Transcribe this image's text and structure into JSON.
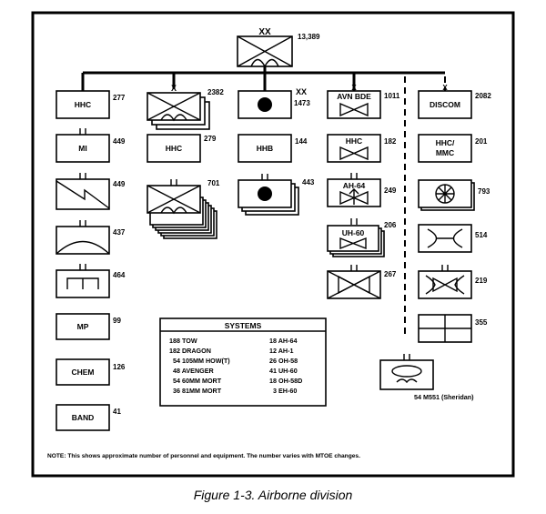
{
  "division": {
    "strength": "13,389"
  },
  "columns": {
    "c1": [
      {
        "label": "HHC",
        "value": "277"
      },
      {
        "label": "MI",
        "value": "449"
      },
      {
        "label": "",
        "value": "449"
      },
      {
        "label": "",
        "value": "437"
      },
      {
        "label": "",
        "value": "464"
      },
      {
        "label": "MP",
        "value": "99"
      },
      {
        "label": "CHEM",
        "value": "126"
      },
      {
        "label": "BAND",
        "value": "41"
      }
    ],
    "c2": [
      {
        "label": "",
        "value": "2382"
      },
      {
        "label": "HHC",
        "value": "279"
      },
      {
        "label": "",
        "value": "701"
      }
    ],
    "c3": [
      {
        "label": "",
        "value": "1473"
      },
      {
        "label": "HHB",
        "value": "144"
      },
      {
        "label": "",
        "value": "443"
      }
    ],
    "c4": [
      {
        "label": "AVN BDE",
        "value": "1011"
      },
      {
        "label": "HHC",
        "value": "182"
      },
      {
        "label": "AH-64",
        "value": "249"
      },
      {
        "label": "UH-60",
        "value": "206"
      },
      {
        "label": "",
        "value": "267"
      }
    ],
    "c5": [
      {
        "label": "DISCOM",
        "value": "2082"
      },
      {
        "label": "HHC/",
        "label2": "MMC",
        "value": "201"
      },
      {
        "label": "",
        "value": "793"
      },
      {
        "label": "",
        "value": "514"
      },
      {
        "label": "",
        "value": "219"
      },
      {
        "label": "",
        "value": "355"
      }
    ]
  },
  "sheridan": {
    "label": "54 M551 (Sheridan)"
  },
  "systems": {
    "title": "SYSTEMS",
    "left": [
      "188 TOW",
      "182 DRAGON",
      "54 105MM HOW(T)",
      "48 AVENGER",
      "54 60MM MORT",
      "36 81MM MORT"
    ],
    "right": [
      "18 AH-64",
      "12 AH-1",
      "26 OH-58",
      "41 UH-60",
      "18 OH-58D",
      "3 EH-60"
    ]
  },
  "note": "NOTE: This shows approximate number of personnel and equipment. The number varies with MTOE changes.",
  "caption": "Figure 1-3. Airborne division"
}
